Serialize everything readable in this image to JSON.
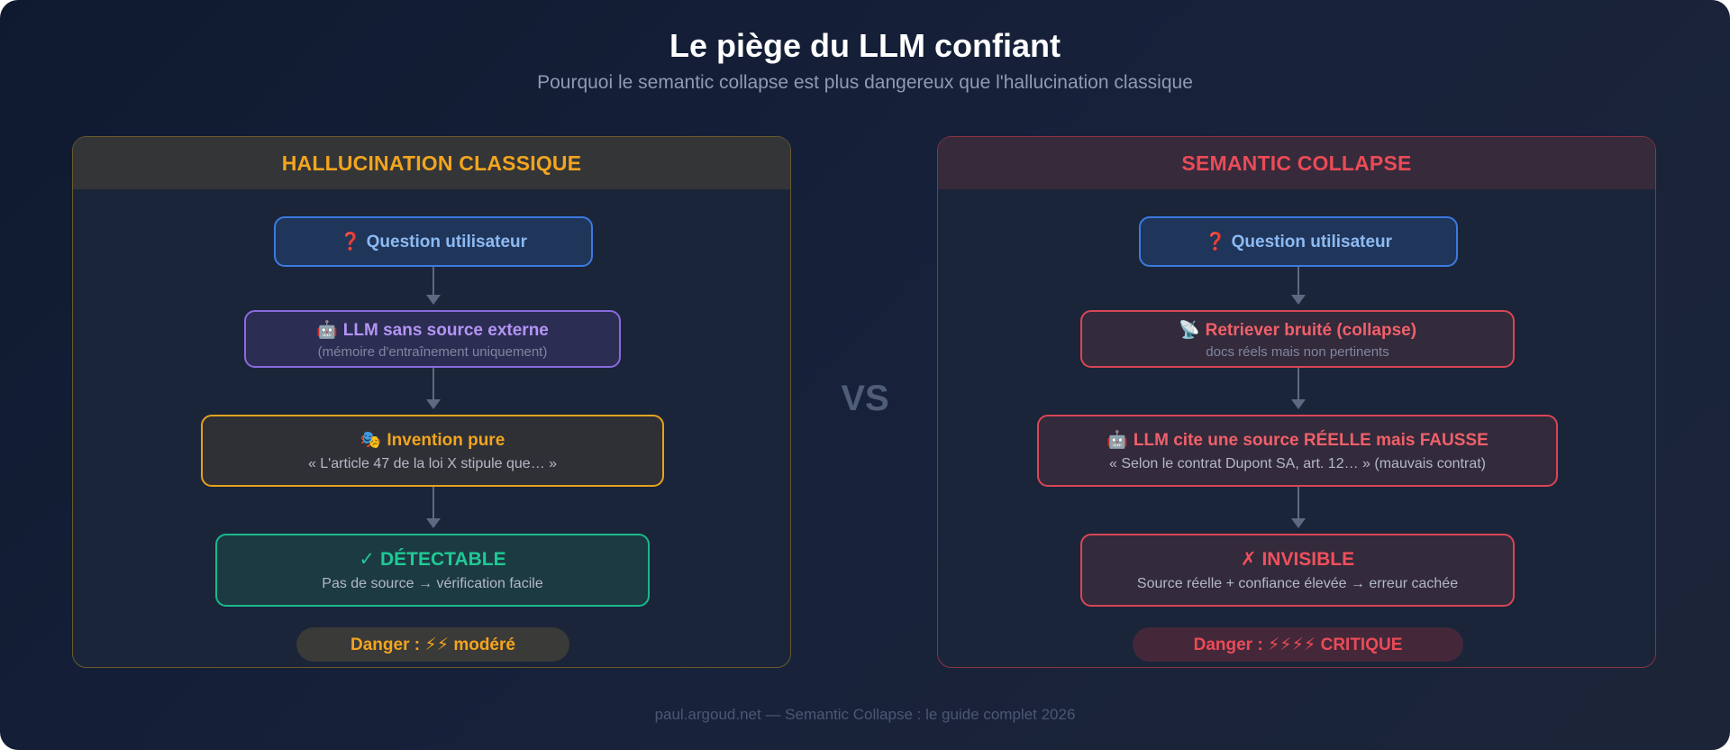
{
  "title": "Le piège du LLM confiant",
  "subtitle": "Pourquoi le semantic collapse est plus dangereux que l'hallucination classique",
  "vs_label": "VS",
  "left": {
    "heading": "HALLUCINATION CLASSIQUE",
    "accent_color": "#f2a51f",
    "steps": [
      {
        "icon": "question-mark-icon",
        "glyph": "❓",
        "title": "Question utilisateur"
      },
      {
        "icon": "robot-icon",
        "glyph": "🤖",
        "title": "LLM sans source externe",
        "subtitle": "(mémoire d'entraînement uniquement)"
      },
      {
        "icon": "theater-masks-icon",
        "glyph": "🎭",
        "title": "Invention pure",
        "subtitle": "« L'article 47 de la loi X stipule que… »"
      },
      {
        "icon": "check-icon",
        "glyph": "✓",
        "title": "DÉTECTABLE",
        "subtitle": "Pas de source → vérification facile"
      }
    ],
    "danger": "Danger : ⚡⚡ modéré"
  },
  "right": {
    "heading": "SEMANTIC COLLAPSE",
    "accent_color": "#ea4b57",
    "steps": [
      {
        "icon": "question-mark-icon",
        "glyph": "❓",
        "title": "Question utilisateur"
      },
      {
        "icon": "satellite-dish-icon",
        "glyph": "📡",
        "title": "Retriever bruité (collapse)",
        "subtitle": "docs réels mais non pertinents"
      },
      {
        "icon": "robot-icon",
        "glyph": "🤖",
        "title": "LLM cite une source RÉELLE mais FAUSSE",
        "subtitle": "« Selon le contrat Dupont SA, art. 12… » (mauvais contrat)"
      },
      {
        "icon": "cross-icon",
        "glyph": "✗",
        "title": "INVISIBLE",
        "subtitle": "Source réelle + confiance élevée → erreur cachée"
      }
    ],
    "danger": "Danger : ⚡⚡⚡⚡ CRITIQUE"
  },
  "footer": "paul.argoud.net — Semantic Collapse : le guide complet 2026"
}
